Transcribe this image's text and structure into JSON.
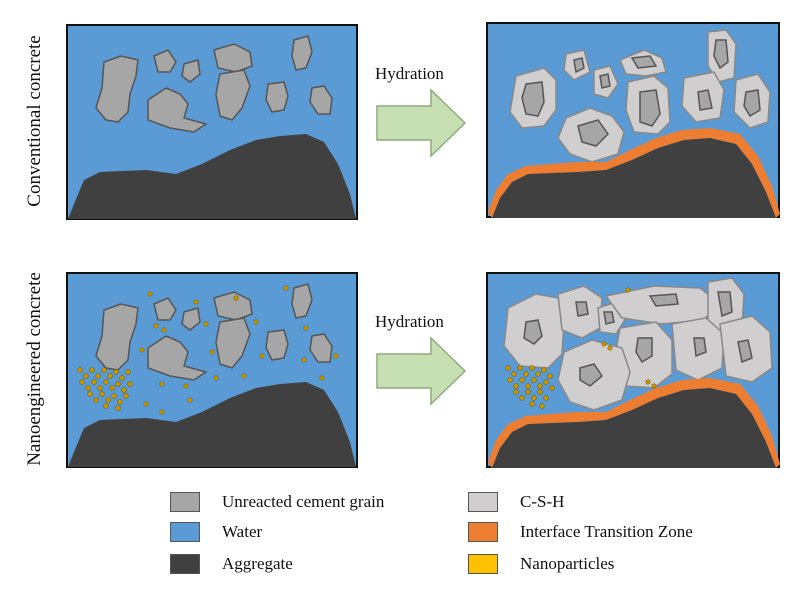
{
  "rows": [
    {
      "label": "Conventional concrete",
      "arrow_label": "Hydration"
    },
    {
      "label": "Nanoengineered concrete",
      "arrow_label": "Hydration"
    }
  ],
  "legend": [
    {
      "label": "Unreacted cement grain",
      "color": "#a6a6a6"
    },
    {
      "label": "Water",
      "color": "#5b9bd5"
    },
    {
      "label": "Aggregate",
      "color": "#404040"
    },
    {
      "label": "C-S-H",
      "color": "#d0cece"
    },
    {
      "label": "Interface Transition Zone",
      "color": "#ed7d31"
    },
    {
      "label": "Nanoparticles",
      "color": "#ffc000"
    }
  ],
  "colors": {
    "water": "#5b9bd5",
    "cement": "#a6a6a6",
    "aggregate": "#404040",
    "csh": "#d0cece",
    "itz": "#ed7d31",
    "nano": "#c89a00",
    "arrow": "#c6e0b4"
  }
}
